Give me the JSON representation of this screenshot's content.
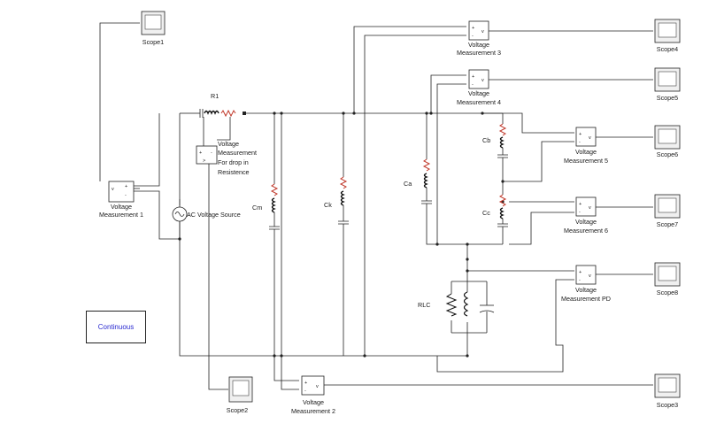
{
  "powergui": {
    "label": "Continuous"
  },
  "scopes": {
    "scope1": "Scope1",
    "scope2": "Scope2",
    "scope3": "Scope3",
    "scope4": "Scope4",
    "scope5": "Scope5",
    "scope6": "Scope6",
    "scope7": "Scope7",
    "scope8": "Scope8"
  },
  "measurements": {
    "vm1": [
      "Voltage",
      "Measurement 1"
    ],
    "vm2": [
      "Voltage",
      "Measurement 2"
    ],
    "vm3": [
      "Voltage",
      "Measurement 3"
    ],
    "vm4": [
      "Voltage",
      "Measurement 4"
    ],
    "vm5": [
      "Voltage",
      "Measurement 5"
    ],
    "vm6": [
      "Voltage",
      "Measurement 6"
    ],
    "vmpd": [
      "Voltage",
      "Measurement PD"
    ],
    "vmdrop": [
      "Voltage",
      "Measurement",
      "For drop in",
      "Resistence"
    ]
  },
  "components": {
    "r1": "R1",
    "ac_source": "AC Voltage Source",
    "cm": "Cm",
    "ck": "Ck",
    "ca": "Ca",
    "cb": "Cb",
    "cc": "Cc",
    "rlc": "RLC"
  },
  "ports": {
    "v": "v",
    "plus": "+",
    "minus": "-",
    "out": ">"
  }
}
